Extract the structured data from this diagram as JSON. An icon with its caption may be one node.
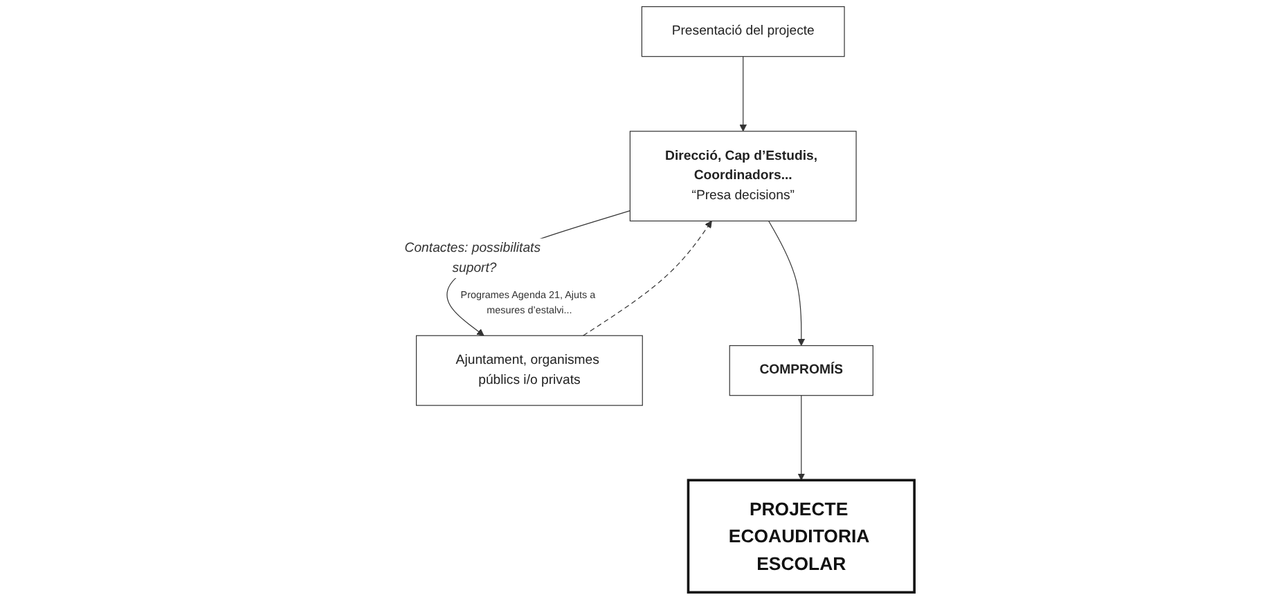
{
  "diagram": {
    "nodes": [
      {
        "text": [
          "Presentació del projecte"
        ]
      },
      {
        "text": [
          "Direcció, Cap d’Estudis, Coordinadors...",
          "“Presa decisions”"
        ]
      },
      {
        "text": [
          "Ajuntament, organismes públics i/o privats"
        ],
        "beside": [
          "Programes Agenda 21, Ajuts a mesures d’estalvi..."
        ]
      },
      {
        "text": [
          "COMPROMÍS"
        ]
      },
      {
        "text": [
          "PROJECTE ECOAUDITORIA ESCOLAR"
        ]
      }
    ],
    "edges": [
      {
        "from": 0,
        "to": 1,
        "arrow": "to"
      },
      {
        "from": 1,
        "to": 2,
        "arrow": "to",
        "label": "Contactes: possibilitats suport?"
      },
      {
        "from": 2,
        "to": 1,
        "arrow": "to",
        "style": "dashed"
      },
      {
        "from": 1,
        "to": 3,
        "arrow": "to"
      },
      {
        "from": 3,
        "to": 4,
        "arrow": "to"
      }
    ]
  }
}
